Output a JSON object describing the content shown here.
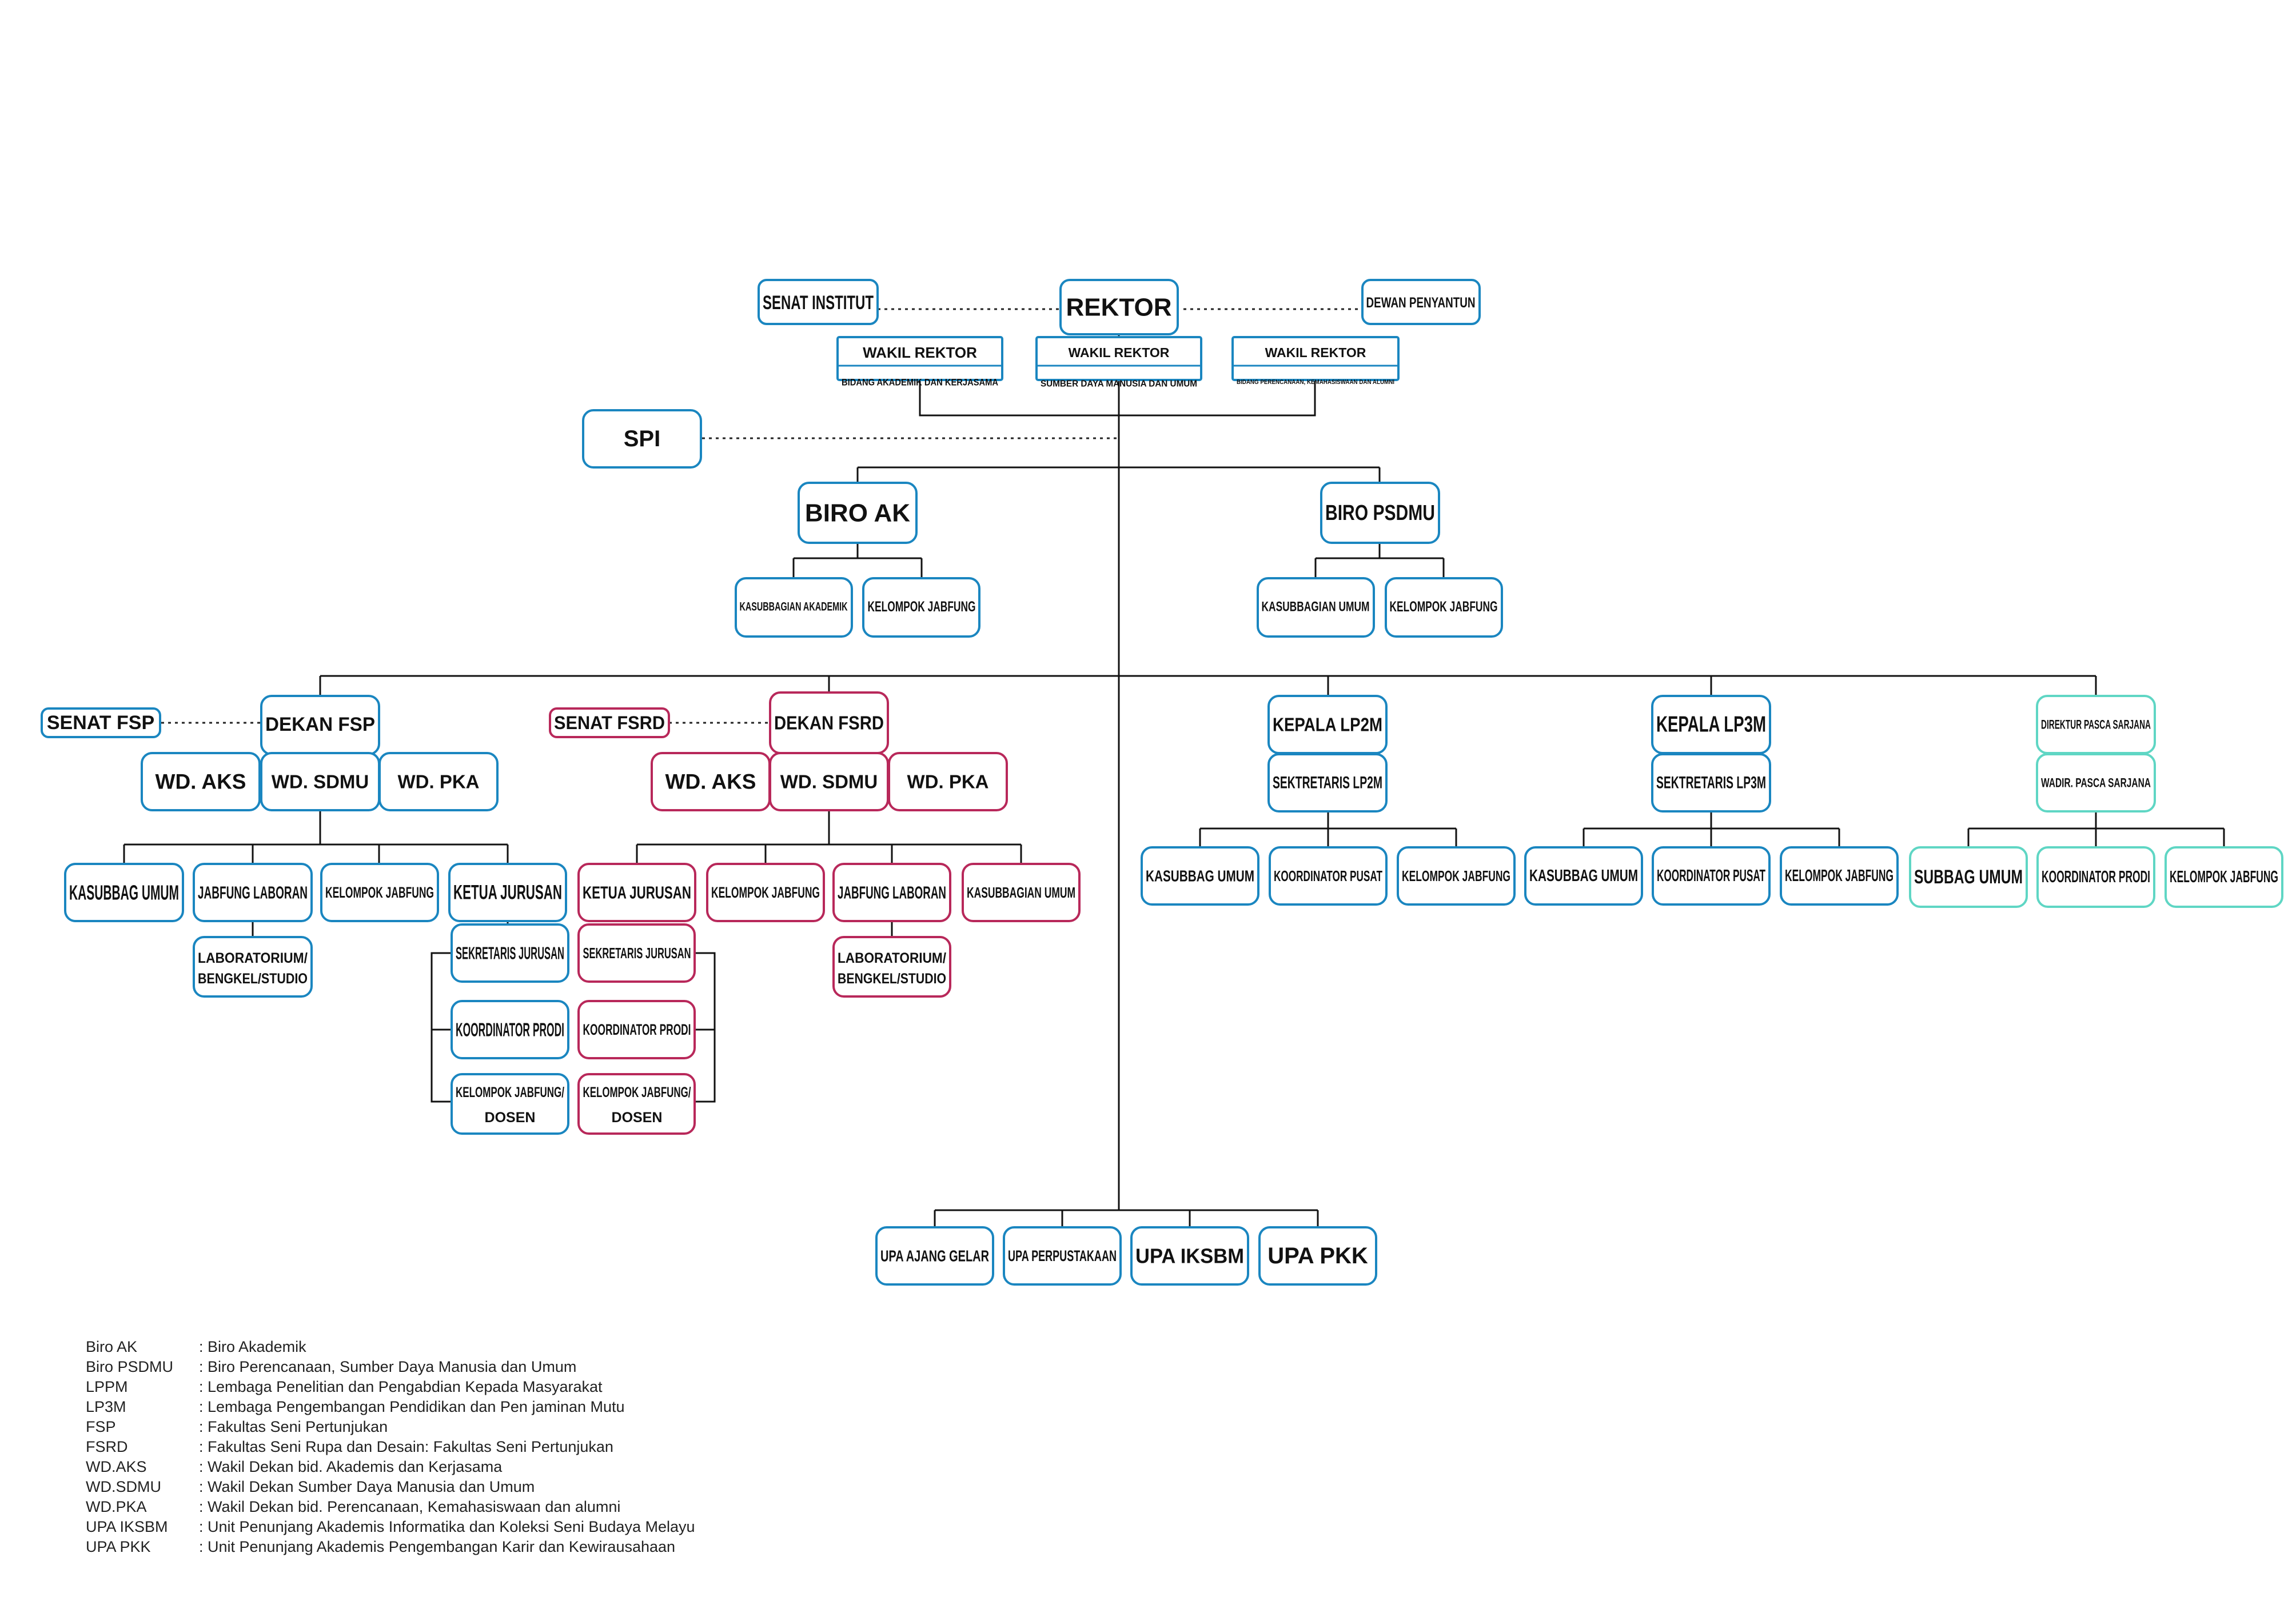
{
  "colors": {
    "fsp_and_central": "#1a86c0",
    "fsrd": "#b8285a",
    "pasca_sarjana": "#5fd6c4",
    "lines": "#111111"
  },
  "nodes": {
    "senat_institut": "SENAT INSTITUT",
    "rektor": "REKTOR",
    "dewan_penyantun": "DEWAN PENYANTUN",
    "wr1_title": "WAKIL REKTOR",
    "wr1_sub": "BIDANG AKADEMIK DAN KERJASAMA",
    "wr2_title": "WAKIL REKTOR",
    "wr2_sub": "SUMBER DAYA MANUSIA DAN UMUM",
    "wr3_title": "WAKIL REKTOR",
    "wr3_sub": "BIDANG PERENCANAAN, KEMAHASISWAAN DAN ALUMNI",
    "spi": "SPI",
    "biro_ak": "BIRO AK",
    "biro_psdmu": "BIRO PSDMU",
    "ak_kasub": "KASUBBAGIAN AKADEMIK",
    "ak_jabfung": "KELOMPOK JABFUNG",
    "ps_kasub": "KASUBBAGIAN UMUM",
    "ps_jabfung": "KELOMPOK JABFUNG",
    "senat_fsp": "SENAT FSP",
    "dekan_fsp": "DEKAN FSP",
    "fsp_aks": "WD. AKS",
    "fsp_sdmu": "WD. SDMU",
    "fsp_pka": "WD. PKA",
    "fsp_kasubbag": "KASUBBAG UMUM",
    "fsp_jab_lab": "JABFUNG LABORAN",
    "fsp_kel_jab": "KELOMPOK JABFUNG",
    "fsp_ketua": "KETUA JURUSAN",
    "fsp_lab1": "LABORATORIUM/",
    "fsp_lab2": "BENGKEL/STUDIO",
    "fsp_sekjur": "SEKRETARIS JURUSAN",
    "fsp_koor": "KOORDINATOR PRODI",
    "fsp_dosen1": "KELOMPOK JABFUNG/",
    "fsp_dosen2": "DOSEN",
    "senat_fsrd": "SENAT FSRD",
    "dekan_fsrd": "DEKAN FSRD",
    "fsrd_aks": "WD. AKS",
    "fsrd_sdmu": "WD. SDMU",
    "fsrd_pka": "WD. PKA",
    "fsrd_ketua": "KETUA JURUSAN",
    "fsrd_kel_jab": "KELOMPOK JABFUNG",
    "fsrd_jab_lab": "JABFUNG LABORAN",
    "fsrd_kasub": "KASUBBAGIAN UMUM",
    "fsrd_lab1": "LABORATORIUM/",
    "fsrd_lab2": "BENGKEL/STUDIO",
    "fsrd_sekjur": "SEKRETARIS JURUSAN",
    "fsrd_koor": "KOORDINATOR PRODI",
    "fsrd_dosen1": "KELOMPOK JABFUNG/",
    "fsrd_dosen2": "DOSEN",
    "lp2m_head": "KEPALA LP2M",
    "lp2m_sek": "SEKTRETARIS LP2M",
    "lp2m_kasub": "KASUBBAG UMUM",
    "lp2m_koor": "KOORDINATOR PUSAT",
    "lp2m_jab": "KELOMPOK JABFUNG",
    "lp3m_head": "KEPALA LP3M",
    "lp3m_sek": "SEKTRETARIS LP3M",
    "lp3m_kasub": "KASUBBAG UMUM",
    "lp3m_koor": "KOORDINATOR PUSAT",
    "lp3m_jab": "KELOMPOK JABFUNG",
    "pasca_dir": "DIREKTUR PASCA SARJANA",
    "pasca_wadir": "WADIR. PASCA SARJANA",
    "pasca_subbag": "SUBBAG UMUM",
    "pasca_koor": "KOORDINATOR PRODI",
    "pasca_jab": "KELOMPOK JABFUNG",
    "upa_ajang": "UPA AJANG GELAR",
    "upa_perpus": "UPA PERPUSTAKAAN",
    "upa_iksbm": "UPA IKSBM",
    "upa_pkk": "UPA PKK"
  },
  "legend": [
    {
      "abbr": "Biro AK",
      "desc": ": Biro Akademik"
    },
    {
      "abbr": "Biro PSDMU",
      "desc": ": Biro Perencanaan, Sumber Daya Manusia dan Umum"
    },
    {
      "abbr": "LPPM",
      "desc": ": Lembaga Penelitian dan Pengabdian Kepada Masyarakat"
    },
    {
      "abbr": "LP3M",
      "desc": ": Lembaga Pengembangan Pendidikan dan Pen jaminan Mutu"
    },
    {
      "abbr": "FSP",
      "desc": ": Fakultas Seni Pertunjukan"
    },
    {
      "abbr": "FSRD",
      "desc": ": Fakultas Seni Rupa dan Desain: Fakultas Seni Pertunjukan"
    },
    {
      "abbr": "WD.AKS",
      "desc": ": Wakil Dekan bid. Akademis dan Kerjasama"
    },
    {
      "abbr": "WD.SDMU",
      "desc": ": Wakil Dekan Sumber Daya Manusia dan Umum"
    },
    {
      "abbr": "WD.PKA",
      "desc": ": Wakil Dekan bid. Perencanaan, Kemahasiswaan dan alumni"
    },
    {
      "abbr": "UPA IKSBM",
      "desc": ": Unit Penunjang Akademis Informatika dan Koleksi Seni Budaya Melayu"
    },
    {
      "abbr": "UPA PKK",
      "desc": ": Unit Penunjang Akademis Pengembangan Karir dan Kewirausahaan"
    }
  ]
}
